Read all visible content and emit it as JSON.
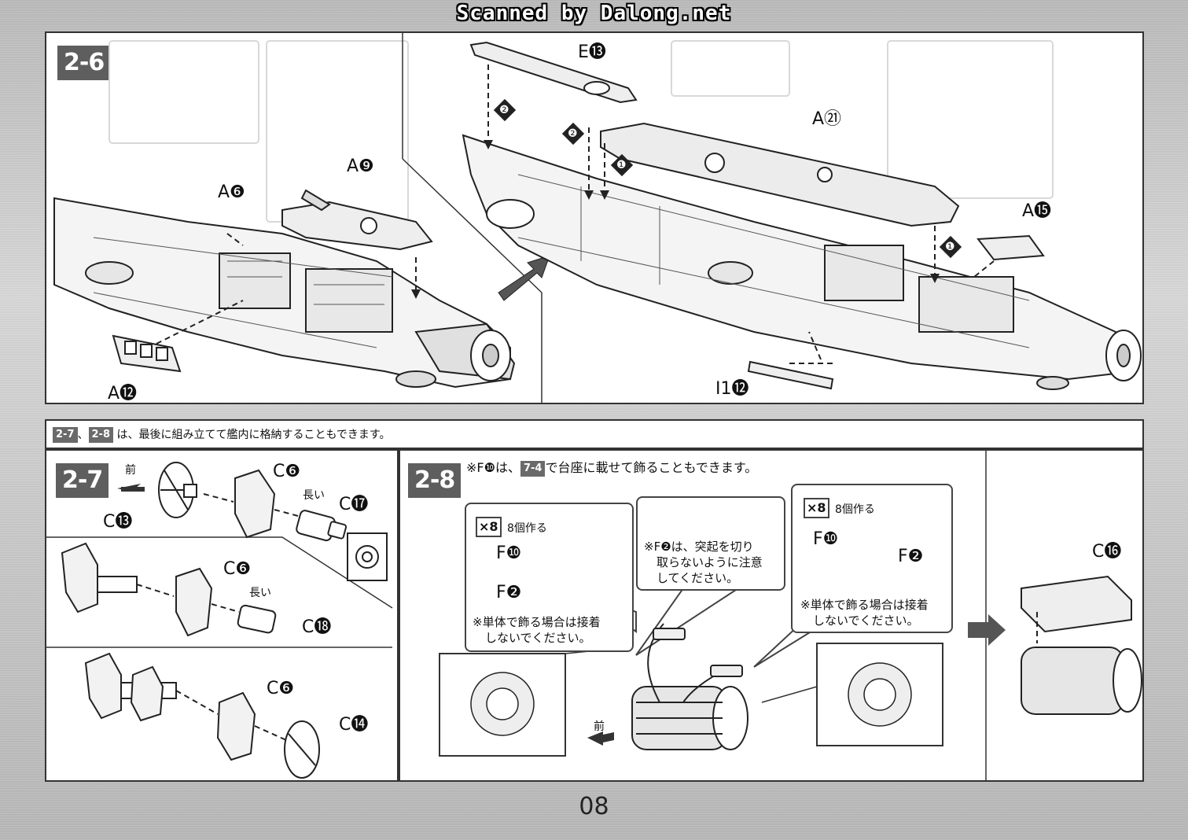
{
  "watermark": "Scanned by Dalong.net",
  "page_number": "08",
  "step_2_6": {
    "badge": "2-6",
    "labels": {
      "a6": "A❻",
      "a9": "A❾",
      "a12": "A⓬",
      "e13": "E⓭",
      "a21": "A㉑",
      "a15": "A⓯",
      "i1_12": "I1⓬"
    },
    "order_marks": [
      "❷",
      "❷",
      "❶",
      "❶"
    ]
  },
  "storage_note": {
    "badge1": "2-7",
    "separator": "、",
    "badge2": "2-8",
    "text": "は、最後に組み立てて艦内に格納することもできます。"
  },
  "step_2_7": {
    "badge": "2-7",
    "front": "前",
    "labels": {
      "c13": "C⓭",
      "c6_a": "C❻",
      "c17": "C⓱",
      "long_a": "長い",
      "c6_b": "C❻",
      "long_b": "長い",
      "c18": "C⓲",
      "c6_c": "C❻",
      "c14": "C⓮"
    }
  },
  "step_2_8": {
    "badge": "2-8",
    "note_prefix": "※F❿は、",
    "note_badge": "7-4",
    "note_suffix": "で台座に載せて飾ることもできます。",
    "left_box": {
      "multiplier": "×8",
      "make_text": "8個作る",
      "f10": "F❿",
      "f2": "F❷",
      "note_line1": "※単体で飾る場合は接着",
      "note_line2": "しないでください。"
    },
    "center_callout": {
      "line1": "※F❷は、突起を切り",
      "line2": "取らないように注意",
      "line3": "してください。"
    },
    "right_box": {
      "multiplier": "×8",
      "make_text": "8個作る",
      "f10": "F❿",
      "f2": "F❷",
      "note_line1": "※単体で飾る場合は接着",
      "note_line2": "しないでください。"
    },
    "front": "前",
    "c16": "C⓰"
  }
}
